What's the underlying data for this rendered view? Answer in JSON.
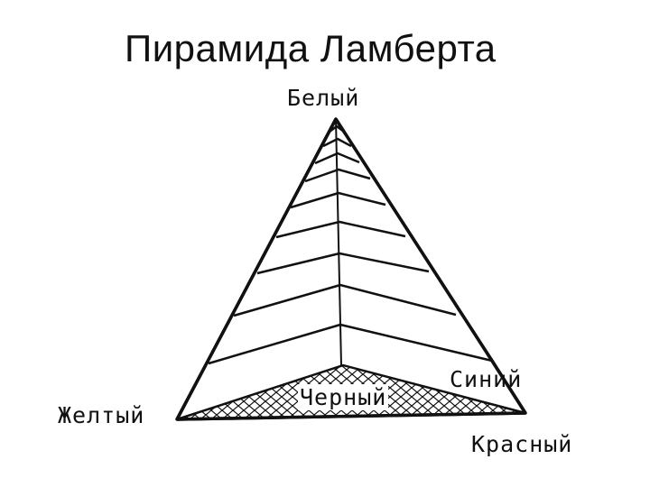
{
  "slide": {
    "title": "Пирамида Ламберта"
  },
  "diagram": {
    "vertex_labels": {
      "top": "Белый",
      "left": "Желтый",
      "right": "Синий",
      "bottom_right": "Красный",
      "center": "Черный"
    },
    "layer_count": 10,
    "colors": {
      "line": "#111111",
      "background": "#ffffff"
    }
  }
}
